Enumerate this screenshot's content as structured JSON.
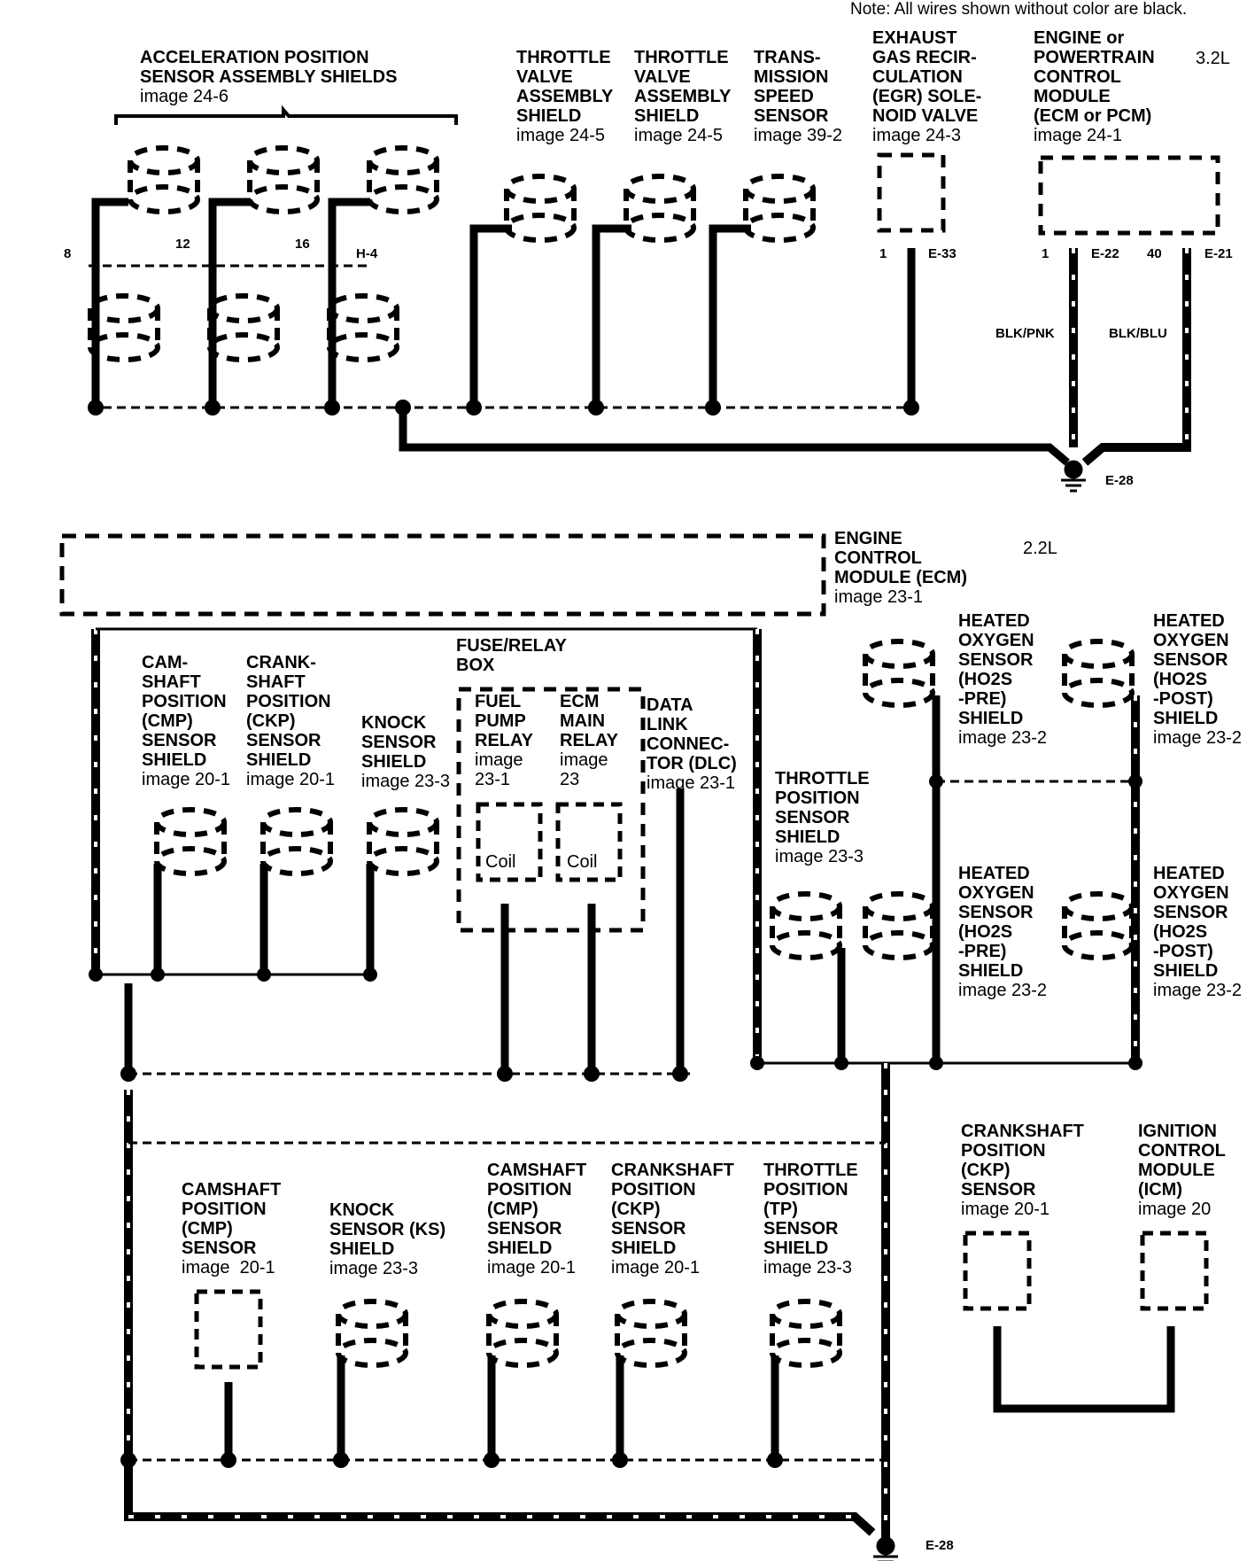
{
  "note": "Note: All wires shown without color are black.",
  "sections": {
    "top": {
      "engine": "3.2L",
      "components": [
        {
          "id": "aps",
          "title": "ACCELERATION POSITION\nSENSOR ASSEMBLY SHIELDS",
          "image": "image 24-6"
        },
        {
          "id": "tva1",
          "title": "THROTTLE\nVALVE\nASSEMBLY\nSHIELD",
          "image": "image 24-5"
        },
        {
          "id": "tva2",
          "title": "THROTTLE\nVALVE\nASSEMBLY\nSHIELD",
          "image": "image 24-5"
        },
        {
          "id": "tss",
          "title": "TRANS-\nMISSION\nSPEED\nSENSOR",
          "image": "image 39-2"
        },
        {
          "id": "egr",
          "title": "EXHAUST\nGAS RECIR-\nCULATION\n(EGR) SOLE-\nNOID VALVE",
          "image": "image 24-3"
        },
        {
          "id": "pcm",
          "title": "ENGINE or\nPOWERTRAIN\nCONTROL\nMODULE\n(ECM or PCM)",
          "image": "image 24-1"
        }
      ],
      "pins": [
        "8",
        "12",
        "16",
        "H-4",
        "1",
        "E-33",
        "1",
        "E-22",
        "40",
        "E-21"
      ],
      "wires": [
        "BLK/PNK",
        "BLK/BLU"
      ],
      "ground": "E-28"
    },
    "bottom": {
      "engine": "2.2L",
      "ecm": {
        "title": "ENGINE\nCONTROL\nMODULE (ECM)",
        "image": "image 23-1"
      },
      "components": [
        {
          "id": "cmp_sh",
          "title": "CAM-\nSHAFT\nPOSITION\n(CMP)\nSENSOR\nSHIELD",
          "image": "image 20-1"
        },
        {
          "id": "ckp_sh",
          "title": "CRANK-\nSHAFT\nPOSITION\n(CKP)\nSENSOR\nSHIELD",
          "image": "image 20-1"
        },
        {
          "id": "ks_sh",
          "title": "KNOCK\nSENSOR\nSHIELD",
          "image": "image 23-3"
        },
        {
          "id": "frb",
          "title": "FUSE/RELAY\nBOX",
          "image": ""
        },
        {
          "id": "fpr",
          "title": "FUEL\nPUMP\nRELAY",
          "image": "image\n23-1"
        },
        {
          "id": "emr",
          "title": "ECM\nMAIN\nRELAY",
          "image": "image\n23"
        },
        {
          "id": "dlc",
          "title": "DATA\nLINK\nCONNEC-\nTOR (DLC)",
          "image": "image 23-1"
        },
        {
          "id": "ho2_pre1",
          "title": "HEATED\nOXYGEN\nSENSOR\n(HO2S\n-PRE)\nSHIELD",
          "image": "image 23-2"
        },
        {
          "id": "ho2_post1",
          "title": "HEATED\nOXYGEN\nSENSOR\n(HO2S\n-POST)\nSHIELD",
          "image": "image 23-2"
        },
        {
          "id": "tps_sh",
          "title": "THROTTLE\nPOSITION\nSENSOR\nSHIELD",
          "image": "image 23-3"
        },
        {
          "id": "ho2_pre2",
          "title": "HEATED\nOXYGEN\nSENSOR\n(HO2S\n-PRE)\nSHIELD",
          "image": "image 23-2"
        },
        {
          "id": "ho2_post2",
          "title": "HEATED\nOXYGEN\nSENSOR\n(HO2S\n-POST)\nSHIELD",
          "image": "image 23-2"
        },
        {
          "id": "cmp",
          "title": "CAMSHAFT\nPOSITION\n(CMP)\nSENSOR",
          "image": "image  20-1"
        },
        {
          "id": "ks2",
          "title": "KNOCK\nSENSOR (KS)\nSHIELD",
          "image": "image 23-3"
        },
        {
          "id": "cmp2",
          "title": "CAMSHAFT\nPOSITION\n(CMP)\nSENSOR\nSHIELD",
          "image": "image 20-1"
        },
        {
          "id": "ckp2",
          "title": "CRANKSHAFT\nPOSITION\n(CKP)\nSENSOR\nSHIELD",
          "image": "image 20-1"
        },
        {
          "id": "tp2",
          "title": "THROTTLE\nPOSITION\n(TP)\nSENSOR\nSHIELD",
          "image": "image 23-3"
        },
        {
          "id": "ckp3",
          "title": "CRANKSHAFT\nPOSITION\n(CKP)\nSENSOR",
          "image": "image 20-1"
        },
        {
          "id": "icm",
          "title": "IGNITION\nCONTROL\nMODULE\n(ICM)",
          "image": "image 20"
        }
      ],
      "coil": "Coil",
      "ground": "E-28"
    }
  }
}
